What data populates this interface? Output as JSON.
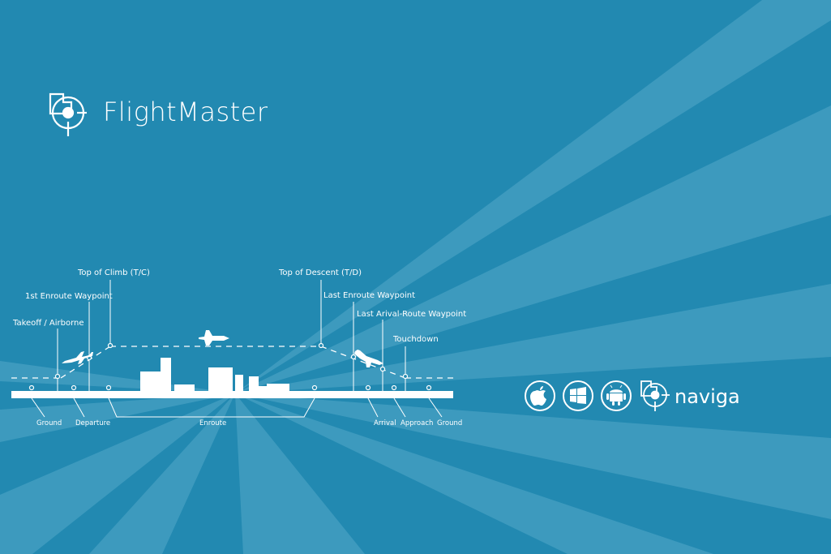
{
  "brand": {
    "name": "FlightMaster"
  },
  "partner": {
    "name": "naviga"
  },
  "platforms": [
    "apple-icon",
    "windows-icon",
    "android-icon"
  ],
  "colors": {
    "background": "#2289b1",
    "ray": "#5fb0cf",
    "foreground": "#ffffff"
  },
  "diagram": {
    "callouts": {
      "top_of_climb": "Top of Climb (T/C)",
      "first_enroute": "1st Enroute Waypoint",
      "takeoff": "Takeoff / Airborne",
      "top_of_descent": "Top of Descent (T/D)",
      "last_enroute": "Last Enroute Waypoint",
      "last_arrival": "Last Arival-Route Waypoint",
      "touchdown": "Touchdown"
    },
    "phases": {
      "ground_start": "Ground",
      "departure": "Departure",
      "enroute": "Enroute",
      "arrival": "Arrival",
      "approach": "Approach",
      "ground_end": "Ground"
    }
  }
}
